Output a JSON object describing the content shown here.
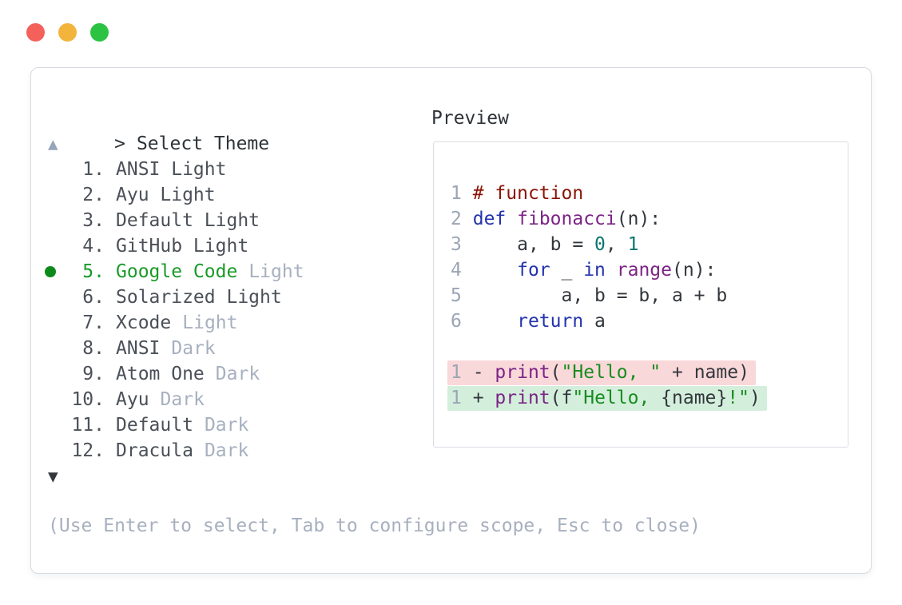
{
  "window": {
    "traffic_lights": [
      {
        "name": "close",
        "color": "#f4605a"
      },
      {
        "name": "minimize",
        "color": "#f2b43b"
      },
      {
        "name": "zoom",
        "color": "#2cc342"
      }
    ]
  },
  "palette": {
    "panel_border": "#d7dbe1",
    "preview_border": "#d9dde3",
    "header_text": "#2e3338",
    "item_text": "#4b5058",
    "muted_text": "#a7b0bf",
    "line_number": "#9ba5b4",
    "selected_green": "#1a9b28",
    "bullet_green": "#0e8a1d",
    "up_arrow": "#97a5bb",
    "down_arrow": "#33373d",
    "comment": "#8a1508",
    "keyword": "#2433ad",
    "builtin": "#7c2486",
    "string": "#188c1e",
    "literal": "#0a766e",
    "plain": "#33373d",
    "removed_bg": "#f9d8da",
    "added_bg": "#d3efdc"
  },
  "selector": {
    "prompt_marker": ">",
    "title": "Select Theme",
    "scroll_up_indicator": "▲",
    "scroll_down_indicator": "▼",
    "items": [
      {
        "number": "1.",
        "name": "ANSI Light",
        "suffix": "",
        "selected": false
      },
      {
        "number": "2.",
        "name": "Ayu Light",
        "suffix": "",
        "selected": false
      },
      {
        "number": "3.",
        "name": "Default Light",
        "suffix": "",
        "selected": false
      },
      {
        "number": "4.",
        "name": "GitHub Light",
        "suffix": "",
        "selected": false
      },
      {
        "number": "5.",
        "name": "Google Code",
        "suffix": "Light",
        "selected": true
      },
      {
        "number": "6.",
        "name": "Solarized Light",
        "suffix": "",
        "selected": false
      },
      {
        "number": "7.",
        "name": "Xcode",
        "suffix": "Light",
        "selected": false
      },
      {
        "number": "8.",
        "name": "ANSI",
        "suffix": "Dark",
        "selected": false
      },
      {
        "number": "9.",
        "name": "Atom One",
        "suffix": "Dark",
        "selected": false
      },
      {
        "number": "10.",
        "name": "Ayu",
        "suffix": "Dark",
        "selected": false
      },
      {
        "number": "11.",
        "name": "Default",
        "suffix": "Dark",
        "selected": false
      },
      {
        "number": "12.",
        "name": "Dracula",
        "suffix": "Dark",
        "selected": false
      }
    ],
    "footer_hint": "(Use Enter to select, Tab to configure scope, Esc to close)"
  },
  "preview": {
    "label": "Preview",
    "code_lines": [
      {
        "number": "1",
        "tokens": [
          {
            "text": "# function",
            "type": "comment"
          }
        ]
      },
      {
        "number": "2",
        "tokens": [
          {
            "text": "def",
            "type": "keyword"
          },
          {
            "text": " ",
            "type": "plain"
          },
          {
            "text": "fibonacci",
            "type": "builtin"
          },
          {
            "text": "(n):",
            "type": "plain"
          }
        ]
      },
      {
        "number": "3",
        "tokens": [
          {
            "text": "    a, b = ",
            "type": "plain"
          },
          {
            "text": "0",
            "type": "literal"
          },
          {
            "text": ", ",
            "type": "plain"
          },
          {
            "text": "1",
            "type": "literal"
          }
        ]
      },
      {
        "number": "4",
        "tokens": [
          {
            "text": "    ",
            "type": "plain"
          },
          {
            "text": "for",
            "type": "keyword"
          },
          {
            "text": " _ ",
            "type": "plain"
          },
          {
            "text": "in",
            "type": "keyword"
          },
          {
            "text": " ",
            "type": "plain"
          },
          {
            "text": "range",
            "type": "builtin"
          },
          {
            "text": "(n):",
            "type": "plain"
          }
        ]
      },
      {
        "number": "5",
        "tokens": [
          {
            "text": "        a, b = b, a + b",
            "type": "plain"
          }
        ]
      },
      {
        "number": "6",
        "tokens": [
          {
            "text": "    ",
            "type": "plain"
          },
          {
            "text": "return",
            "type": "keyword"
          },
          {
            "text": " a",
            "type": "plain"
          }
        ]
      }
    ],
    "diff_lines": [
      {
        "number": "1",
        "change": "removed",
        "tokens": [
          {
            "text": "- ",
            "type": "plain"
          },
          {
            "text": "print",
            "type": "builtin"
          },
          {
            "text": "(",
            "type": "plain"
          },
          {
            "text": "\"Hello, \"",
            "type": "string"
          },
          {
            "text": " + name)",
            "type": "plain"
          }
        ]
      },
      {
        "number": "1",
        "change": "added",
        "tokens": [
          {
            "text": "+ ",
            "type": "plain"
          },
          {
            "text": "print",
            "type": "builtin"
          },
          {
            "text": "(f",
            "type": "plain"
          },
          {
            "text": "\"Hello, ",
            "type": "string"
          },
          {
            "text": "{name}",
            "type": "plain"
          },
          {
            "text": "!\"",
            "type": "string"
          },
          {
            "text": ")",
            "type": "plain"
          }
        ]
      }
    ]
  }
}
